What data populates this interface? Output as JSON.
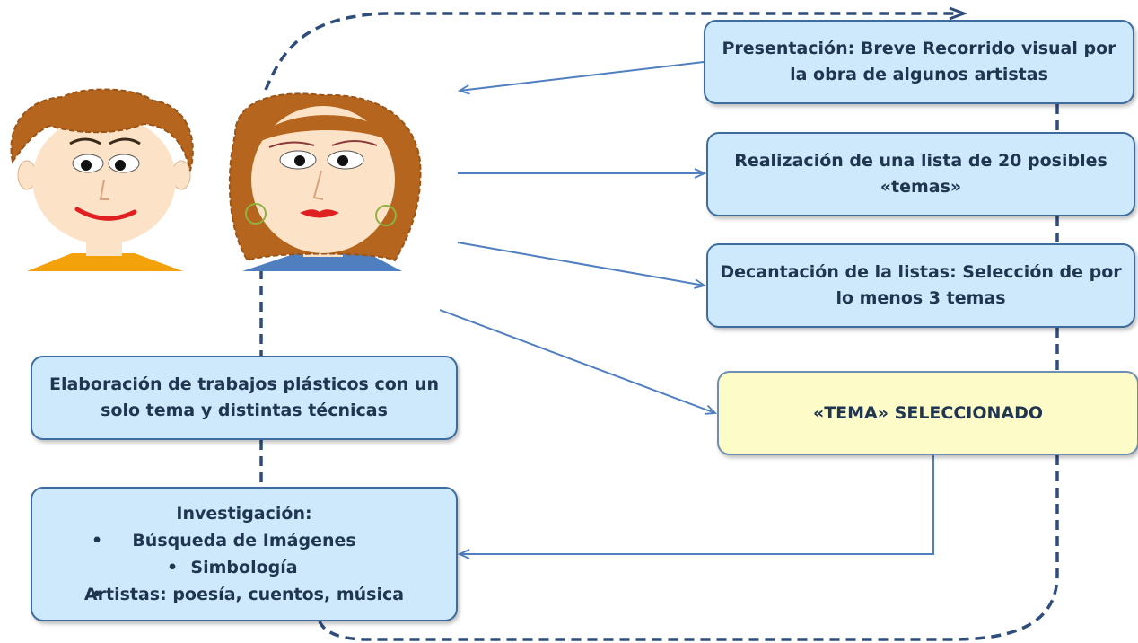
{
  "diagram": {
    "boxes": {
      "presentacion": "Presentación: Breve Recorrido visual por la obra  de algunos artistas",
      "realizacion": "Realización de una lista de 20 posibles  «temas»",
      "decantacion": "Decantación de la listas: Selección de por lo menos 3 temas",
      "tema": "«TEMA»  SELECCIONADO",
      "elaboracion": "Elaboración de trabajos plásticos con un solo tema y distintas técnicas",
      "investigacion": {
        "title": "Investigación:",
        "items": [
          "Búsqueda de Imágenes",
          "Simbología",
          "Artistas: poesía, cuentos, música"
        ]
      }
    },
    "bullet_char": "•",
    "colors": {
      "box_fill": "#cde9fb",
      "box_border": "#3f6c9e",
      "highlight_fill": "#fdfbc8",
      "dashed_path": "#2e4d7a",
      "arrow": "#4f7fbf",
      "hair": "#b5651d",
      "skin": "#fce3c8",
      "boy_shirt": "#f4a20c",
      "girl_shirt": "#4f7fbf",
      "lips": "#e02020"
    },
    "figures": [
      "boy-figure",
      "girl-figure"
    ]
  }
}
